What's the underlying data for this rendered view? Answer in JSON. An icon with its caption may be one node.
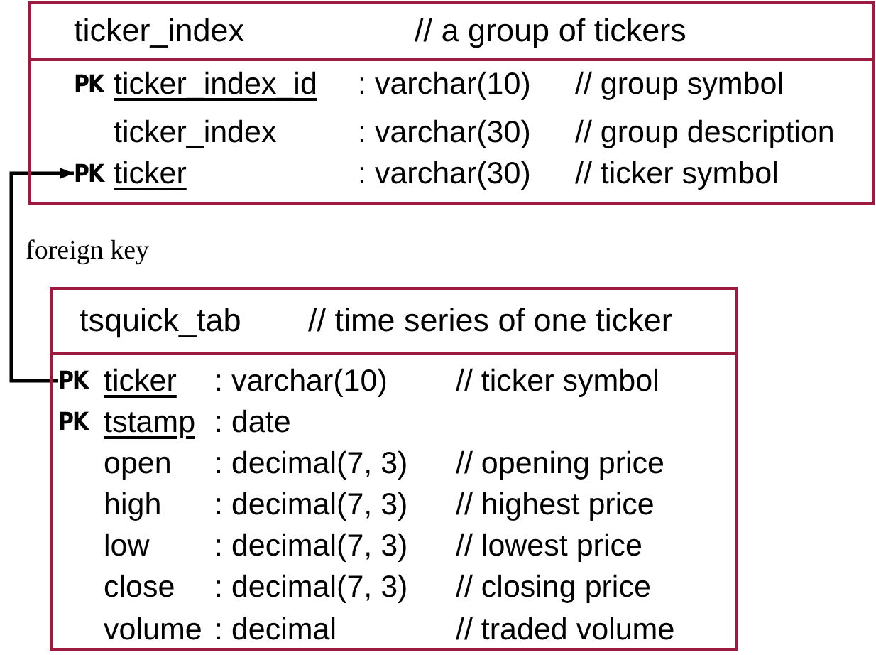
{
  "diagram": {
    "nodes": [
      {
        "text": [
          "ticker_index",
          "// a group of tickers"
        ]
      },
      {
        "text": [
          "ticker_index_id",
          ": varchar(10)",
          "// group symbol"
        ],
        "in": 0,
        "beside": [
          "PK"
        ]
      },
      {
        "text": [
          "ticker_index",
          ": varchar(30)",
          "// group description"
        ],
        "in": 0
      },
      {
        "text": [
          "ticker",
          ": varchar(30)",
          "// ticker symbol"
        ],
        "in": 0,
        "beside": [
          "PK"
        ]
      },
      {
        "text": [
          "tsquick_tab",
          "// time series of one ticker"
        ]
      },
      {
        "text": [
          "ticker",
          ": varchar(10)",
          "// ticker symbol"
        ],
        "in": 4,
        "beside": [
          "PK"
        ]
      },
      {
        "text": [
          "tstamp",
          ": date"
        ],
        "in": 4,
        "beside": [
          "PK"
        ]
      },
      {
        "text": [
          "open",
          ": decimal(7, 3)",
          "// opening price"
        ],
        "in": 4
      },
      {
        "text": [
          "high",
          ": decimal(7, 3)",
          "// highest price"
        ],
        "in": 4
      },
      {
        "text": [
          "low",
          ": decimal(7, 3)",
          "// lowest price"
        ],
        "in": 4
      },
      {
        "text": [
          "close",
          ": decimal(7, 3)",
          "// closing price"
        ],
        "in": 4
      },
      {
        "text": [
          "volume",
          ": decimal",
          "// traded volume"
        ],
        "in": 4
      }
    ],
    "edges": [
      {
        "from": 5,
        "to": 3,
        "arrow": "to"
      }
    ],
    "labels": [
      "foreign key"
    ]
  }
}
